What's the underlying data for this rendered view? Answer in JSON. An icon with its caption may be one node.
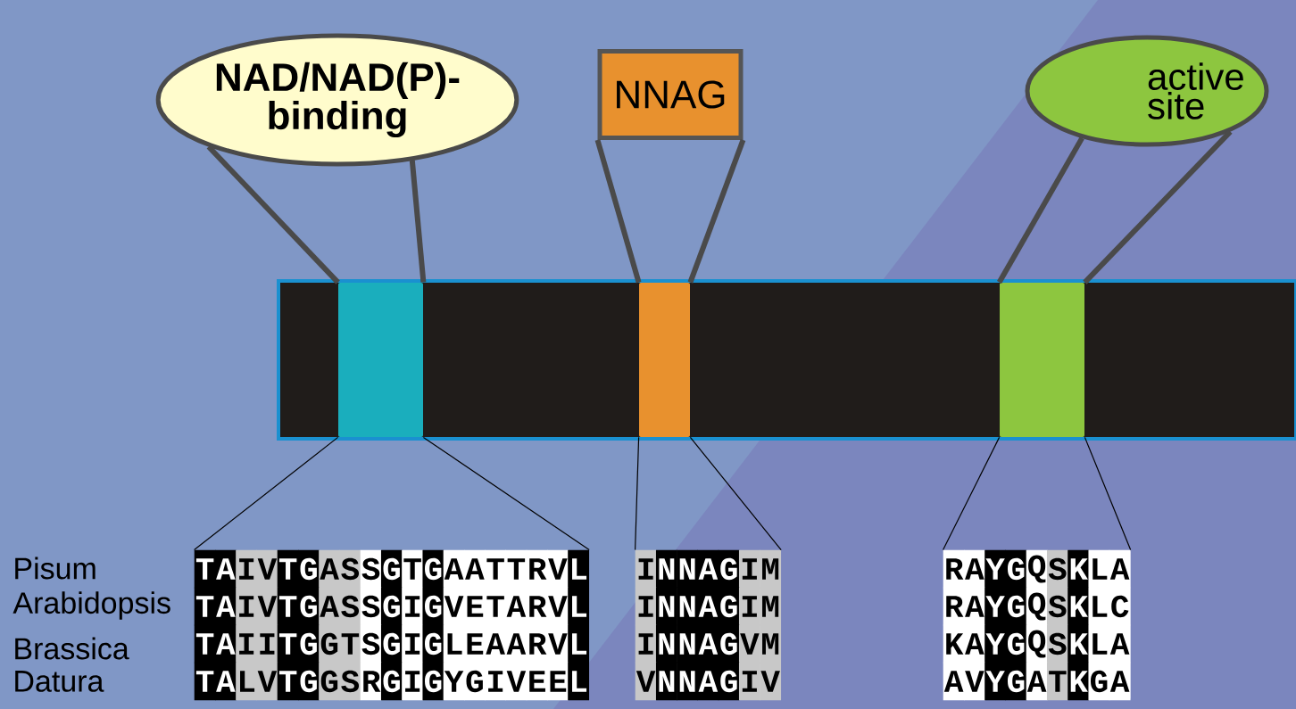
{
  "diagram": {
    "nodes": [
      {
        "text": [
          "NAD/NAD(P)- binding"
        ]
      },
      {
        "text": [
          "NNAG"
        ]
      },
      {
        "text": [
          "active site"
        ]
      },
      {
        "text": [],
        "shape": "bar"
      },
      {
        "text": [],
        "shape": "box",
        "in": 3
      },
      {
        "text": [],
        "shape": "box",
        "in": 3
      },
      {
        "text": [],
        "shape": "box",
        "in": 3
      },
      {
        "text": [],
        "shape": "box"
      },
      {
        "text": [],
        "shape": "box"
      },
      {
        "text": [],
        "shape": "box"
      }
    ],
    "edges": [
      {
        "from": 0,
        "to": 4,
        "arrow": "none",
        "style": "thick",
        "color": "#4a4a4a"
      },
      {
        "from": 0,
        "to": 4,
        "arrow": "none",
        "style": "thick",
        "color": "#4a4a4a"
      },
      {
        "from": 1,
        "to": 5,
        "arrow": "none",
        "style": "thick",
        "color": "#4a4a4a"
      },
      {
        "from": 1,
        "to": 5,
        "arrow": "none",
        "style": "thick",
        "color": "#4a4a4a"
      },
      {
        "from": 2,
        "to": 6,
        "arrow": "none",
        "style": "thick",
        "color": "#4a4a4a"
      },
      {
        "from": 2,
        "to": 6,
        "arrow": "none",
        "style": "thick",
        "color": "#4a4a4a"
      },
      {
        "from": 4,
        "to": 7,
        "arrow": "none"
      },
      {
        "from": 4,
        "to": 7,
        "arrow": "none"
      },
      {
        "from": 5,
        "to": 8,
        "arrow": "none"
      },
      {
        "from": 5,
        "to": 8,
        "arrow": "none"
      },
      {
        "from": 6,
        "to": 9,
        "arrow": "none"
      },
      {
        "from": 6,
        "to": 9,
        "arrow": "none"
      }
    ],
    "labels": [
      "Pisum",
      "T",
      "A",
      "I",
      "V",
      "T",
      "G",
      "A",
      "S",
      "S",
      "G",
      "T",
      "G",
      "A",
      "A",
      "T",
      "T",
      "R",
      "V",
      "L",
      "I",
      "N",
      "N",
      "A",
      "G",
      "I",
      "M",
      "R",
      "A",
      "Y",
      "G",
      "Q",
      "S",
      "K",
      "L",
      "A",
      "Arabidopsis",
      "T",
      "A",
      "I",
      "V",
      "T",
      "G",
      "A",
      "S",
      "S",
      "G",
      "I",
      "G",
      "V",
      "E",
      "T",
      "A",
      "R",
      "V",
      "L",
      "I",
      "N",
      "N",
      "A",
      "G",
      "I",
      "M",
      "R",
      "A",
      "Y",
      "G",
      "Q",
      "S",
      "K",
      "L",
      "C",
      "Brassica",
      "T",
      "A",
      "I",
      "I",
      "T",
      "G",
      "G",
      "T",
      "S",
      "G",
      "I",
      "G",
      "L",
      "E",
      "A",
      "A",
      "R",
      "V",
      "L",
      "I",
      "N",
      "N",
      "A",
      "G",
      "V",
      "M",
      "K",
      "A",
      "Y",
      "G",
      "Q",
      "S",
      "K",
      "L",
      "A",
      "Datura",
      "T",
      "A",
      "L",
      "V",
      "T",
      "G",
      "G",
      "S",
      "R",
      "G",
      "I",
      "G",
      "Y",
      "G",
      "I",
      "V",
      "E",
      "E",
      "L",
      "V",
      "N",
      "N",
      "A",
      "G",
      "I",
      "V",
      "A",
      "V",
      "Y",
      "G",
      "A",
      "T",
      "K",
      "G",
      "A"
    ]
  }
}
